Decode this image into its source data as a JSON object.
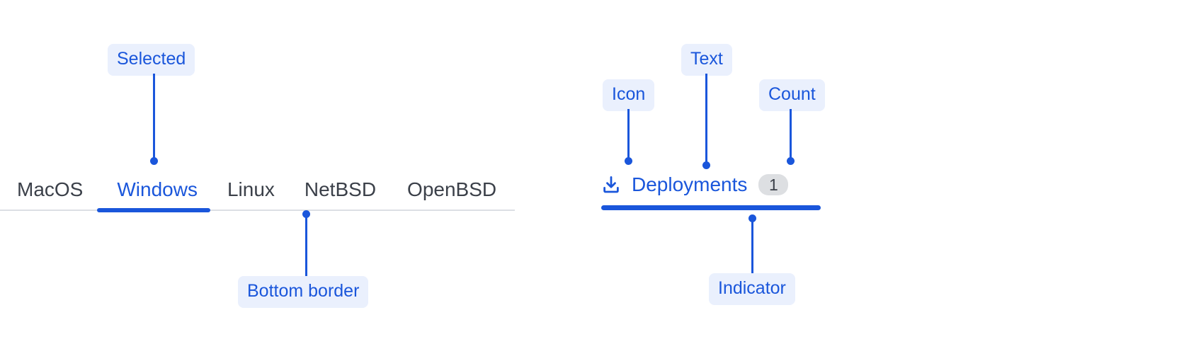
{
  "left_group": {
    "tabs": [
      {
        "label": "MacOS",
        "selected": false
      },
      {
        "label": "Windows",
        "selected": true
      },
      {
        "label": "Linux",
        "selected": false
      },
      {
        "label": "NetBSD",
        "selected": false
      },
      {
        "label": "OpenBSD",
        "selected": false
      }
    ],
    "annotations": {
      "selected": "Selected",
      "bottom_border": "Bottom border"
    }
  },
  "right_group": {
    "tab": {
      "icon": "download-icon",
      "text": "Deployments",
      "count": "1",
      "selected": true
    },
    "annotations": {
      "icon": "Icon",
      "text": "Text",
      "count": "Count",
      "indicator": "Indicator"
    }
  },
  "colors": {
    "accent": "#1a56db",
    "callout_bg": "#eaf0fd",
    "tab_text": "#3b4049",
    "baseline": "#dcdfe4",
    "badge_bg": "#dddfe2"
  }
}
